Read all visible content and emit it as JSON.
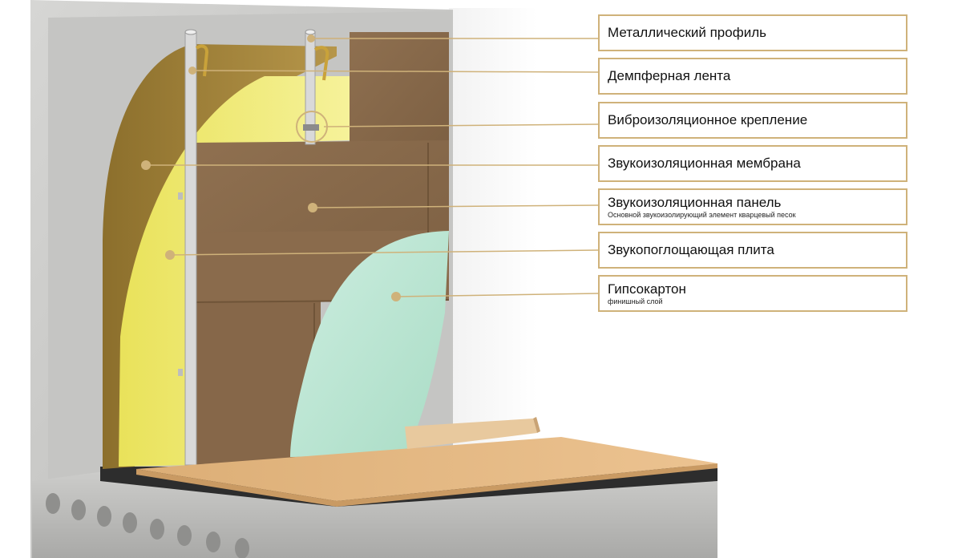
{
  "colors": {
    "accent": "#cfb27a",
    "concrete": "#c9c9c7",
    "insulation": "#f1ec74",
    "membrane": "#a98a3d",
    "panel": "#8a6b4b",
    "drywall": "#bfe6d4",
    "floor": "#e3b67f"
  },
  "labels": [
    {
      "title": "Металлический профиль",
      "sub": ""
    },
    {
      "title": "Демпферная лента",
      "sub": ""
    },
    {
      "title": "Виброизоляционное крепление",
      "sub": ""
    },
    {
      "title": "Звукоизоляционная мембрана",
      "sub": ""
    },
    {
      "title": "Звукоизоляционная панель",
      "sub": "Основной звукоизолирующий элемент кварцевый песок"
    },
    {
      "title": "Звукопоглощающая плита",
      "sub": ""
    },
    {
      "title": "Гипсокартон",
      "sub": "финишный слой"
    }
  ]
}
